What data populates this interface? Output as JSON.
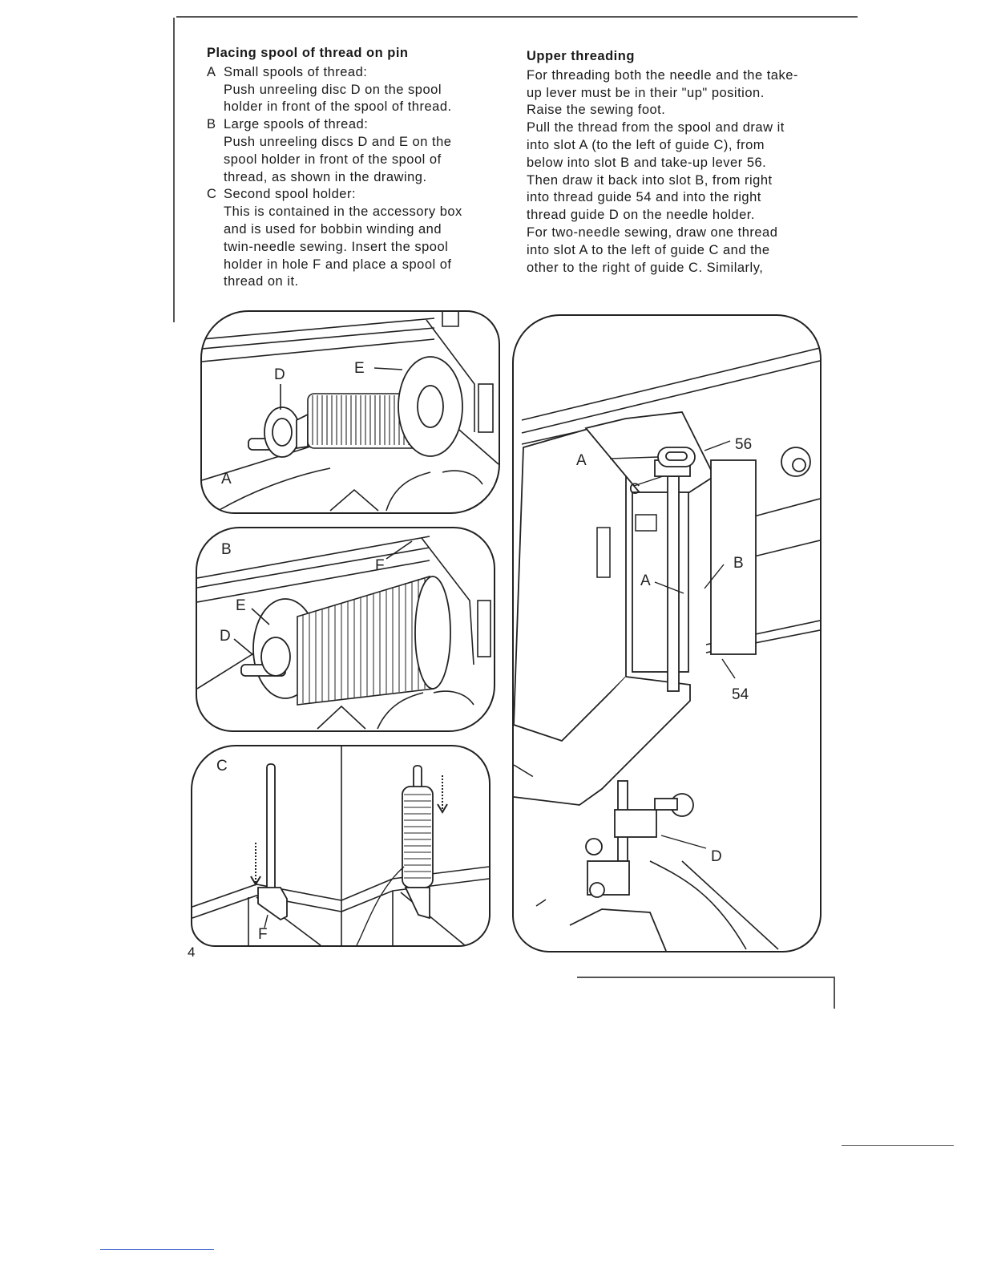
{
  "left_column": {
    "heading": "Placing spool of thread on pin",
    "items": [
      {
        "label": "A",
        "title": "Small spools of thread:",
        "lines": [
          "Push unreeling disc D on the spool",
          "holder in front of the spool of thread."
        ]
      },
      {
        "label": "B",
        "title": "Large spools of thread:",
        "lines": [
          "Push unreeling discs D and E on the",
          "spool holder in front of the spool of",
          "thread, as shown in the drawing."
        ]
      },
      {
        "label": "C",
        "title": "Second spool holder:",
        "lines": [
          "This is contained in the accessory box",
          "and is used for bobbin winding and",
          "twin-needle sewing. Insert the spool",
          "holder in hole F and place a spool of",
          "thread on it."
        ]
      }
    ]
  },
  "right_column": {
    "heading": "Upper threading",
    "lines": [
      "For threading both the needle and the take-",
      "up lever must be in their \"up\" position.",
      "Raise the sewing foot.",
      "Pull the thread from the spool and draw it",
      "into slot A (to the left of guide C), from",
      "below into slot B and take-up lever 56.",
      "Then draw it back into slot B, from right",
      "into thread guide 54 and into the right",
      "thread guide D on the needle holder.",
      "For two-needle sewing, draw one thread",
      "into slot A to the left of guide C and the",
      "other to the right of guide C. Similarly,"
    ]
  },
  "figures": {
    "a": {
      "panel": "A",
      "labels": {
        "d": "D",
        "e": "E"
      }
    },
    "b": {
      "panel": "B",
      "labels": {
        "f": "F",
        "e": "E",
        "d": "D"
      }
    },
    "c": {
      "panel": "C",
      "labels": {
        "f": "F"
      }
    },
    "threading": {
      "labels": {
        "a_top": "A",
        "c": "C",
        "n56": "56",
        "a_mid": "A",
        "b": "B",
        "n54": "54",
        "d": "D"
      }
    }
  },
  "page_number": "4"
}
